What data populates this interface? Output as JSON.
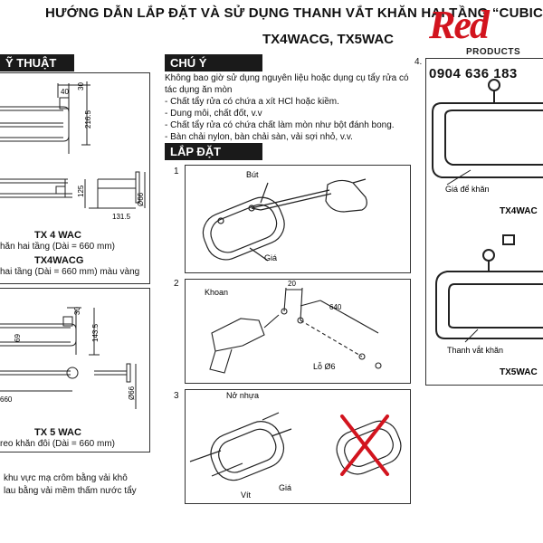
{
  "header": {
    "title_line1": "HƯỚNG DẪN LẮP ĐẶT VÀ SỬ DỤNG THANH VẮT KHĂN HAI TẦNG “CUBIC” T",
    "title_line2": "TX4WACG, TX5WAC",
    "logo": "Red",
    "logo_sub": "PRODUCTS",
    "phone": "0904 636 183"
  },
  "left": {
    "section_title": "Ỹ THUẬT",
    "dims_top": [
      "30",
      "40",
      "216.5",
      "125",
      "131.5",
      "Ø66"
    ],
    "tx4_title": "TX 4 WAC",
    "tx4_desc": "hăn hai tầng (Dài = 660 mm)",
    "tx4g_title": "TX4WACG",
    "tx4g_desc": "hai tầng (Dài = 660 mm) màu vàng",
    "dims_bottom": [
      "30",
      "143.5",
      "69",
      "660",
      "Ø66"
    ],
    "tx5_title": "TX 5 WAC",
    "tx5_desc": "reo khăn đôi (Dài = 660 mm)",
    "note_line1": "khu vực mạ crôm bằng vải khô",
    "note_line2": "lau bằng vải mềm thấm nước tẩy"
  },
  "caution": {
    "section_title": "CHÚ Ý",
    "intro": "Không bao giờ sử dụng nguyên liệu hoặc dụng cụ tẩy rửa có tác dụng ăn mòn",
    "items": [
      "- Chất tẩy rửa có chứa a xít HCl hoặc kiềm.",
      "- Dung môi, chất đốt, v.v",
      "- Chất tẩy rửa có chứa chất làm mòn như bột đánh bong.",
      "- Bàn chải nylon, bàn chải sàn, vải sợi nhỏ, v.v."
    ]
  },
  "install": {
    "section_title": "LẮP ĐẶT",
    "steps": [
      {
        "num": "1",
        "labels": [
          "Bút",
          "Giá"
        ]
      },
      {
        "num": "2",
        "labels": [
          "Khoan",
          "20",
          "640",
          "Lỗ Ø6"
        ]
      },
      {
        "num": "3",
        "labels": [
          "Nở nhựa",
          "Giá",
          "Vít"
        ]
      },
      {
        "num": "4.",
        "labels": [
          "Giá để khăn",
          "TX4WAC",
          "Thanh vắt khăn",
          "TX5WAC"
        ]
      }
    ]
  }
}
